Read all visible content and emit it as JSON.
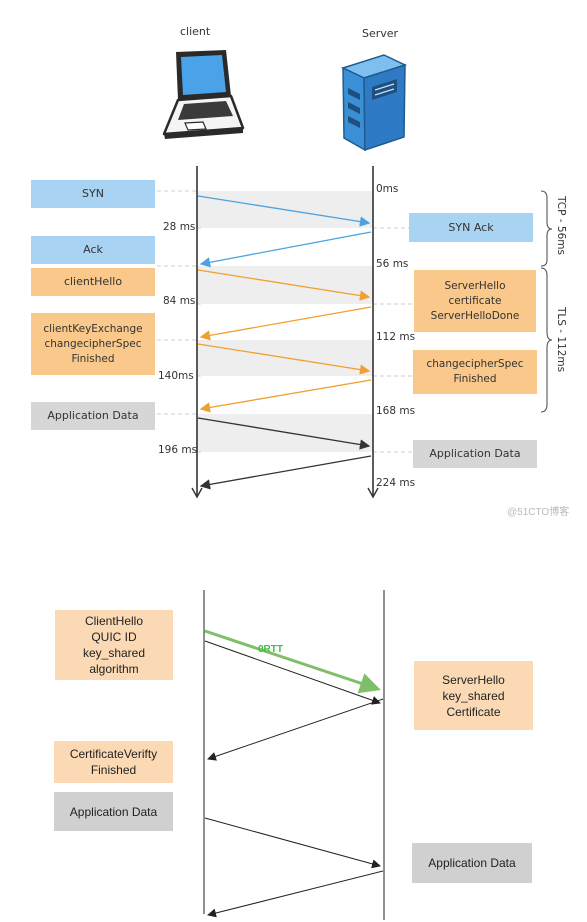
{
  "top": {
    "client_label": "client",
    "server_label": "Server",
    "client_msgs": {
      "syn": "SYN",
      "ack": "Ack",
      "client_hello": "clientHello",
      "key_exchange": "clientKeyExchange\nchangecipherSpec\nFinished",
      "app_data": "Application Data"
    },
    "server_msgs": {
      "syn_ack": "SYN Ack",
      "server_hello": "ServerHello\ncertificate\nServerHelloDone",
      "change_cipher": "changecipherSpec\nFinished",
      "app_data": "Application Data"
    },
    "times": {
      "t0": "0ms",
      "t28": "28 ms",
      "t56": "56 ms",
      "t84": "84 ms",
      "t112": "112 ms",
      "t140": "140ms",
      "t168": "168 ms",
      "t196": "196 ms",
      "t224": "224 ms"
    },
    "brackets": {
      "tcp": "TCP - 56ms",
      "tls": "TLS - 112ms"
    },
    "watermark": "@51CTO博客"
  },
  "bottom": {
    "client_hello": "ClientHello\nQUIC ID\nkey_shared\nalgorithm",
    "server_hello": "ServerHello\nkey_shared\nCertificate",
    "cert_verify": "CertificateVerifty\nFinished",
    "client_app_data": "Application Data",
    "server_app_data": "Application Data",
    "zero_rtt": "0RTT"
  },
  "colors": {
    "blue_box": "#a9d3f2",
    "orange_box": "#f9c88a",
    "grey_box": "#d6d6d6",
    "peach_box": "#fbd9b4",
    "blue_arrow": "#4aa3df",
    "orange_arrow": "#f0a030",
    "green_arrow": "#7fbf6a"
  }
}
